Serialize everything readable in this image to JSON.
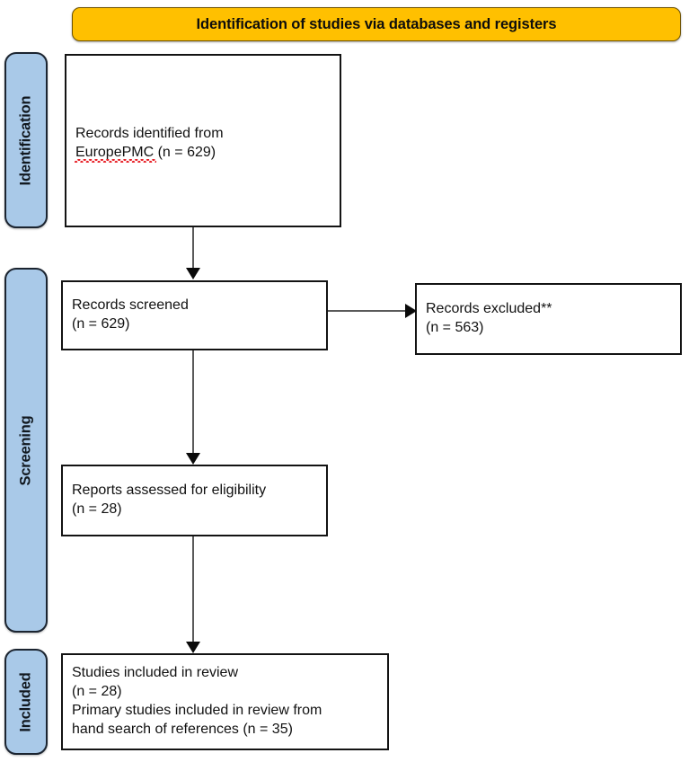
{
  "diagram": {
    "type": "prisma-flow-diagram",
    "banner": {
      "title": "Identification of studies via databases and registers",
      "color": "#FFC000"
    },
    "stage_color": "#A9C9E8",
    "stages": [
      {
        "id": "identification",
        "label": "Identification"
      },
      {
        "id": "screening",
        "label": "Screening"
      },
      {
        "id": "included",
        "label": "Included"
      }
    ],
    "boxes": {
      "identified": {
        "line1": "Records identified from",
        "misspelled_word": "EuropePMC",
        "line2_rest": " (n = 629)",
        "count": 629
      },
      "screened": {
        "line1": "Records screened",
        "line2": "(n = 629)",
        "count": 629
      },
      "excluded": {
        "line1": "Records excluded**",
        "line2": "(n = 563)",
        "count": 563
      },
      "eligibility": {
        "line1": "Reports assessed for eligibility",
        "line2": "(n = 28)",
        "count": 28
      },
      "included": {
        "line1": "Studies included in review",
        "line2": "(n = 28)",
        "line3": "Primary studies included in review from",
        "line4": "hand search of references (n = 35)",
        "count_review": 28,
        "count_hand_search": 35
      }
    }
  }
}
